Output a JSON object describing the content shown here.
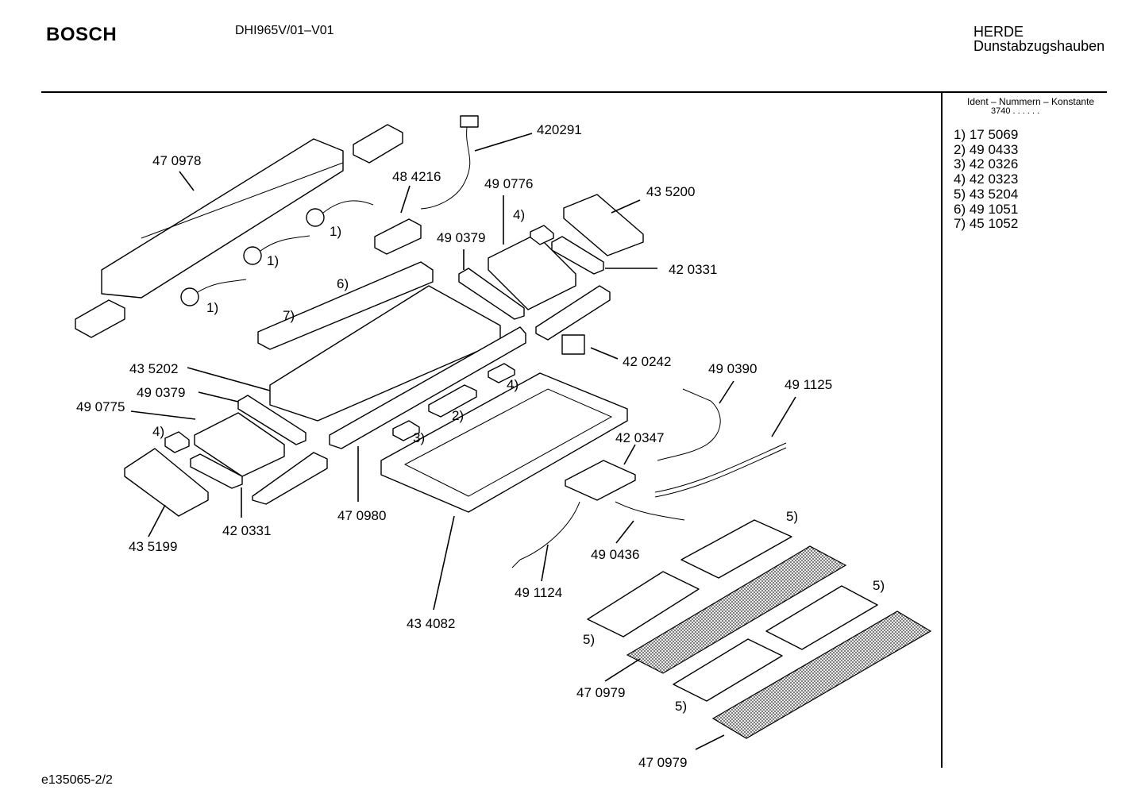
{
  "header": {
    "brand": "BOSCH",
    "model": "DHI965V/01–V01",
    "category_line1": "HERDE",
    "category_line2": "Dunstabzugshauben"
  },
  "sidebar": {
    "title": "Ident – Nummern – Konstante",
    "constant": "3740  . .    . . . .",
    "items": [
      "1) 17 5069",
      "2) 49 0433",
      "3) 42 0326",
      "4) 42 0323",
      "5) 43 5204",
      "6) 49 1051",
      "7) 45 1052"
    ]
  },
  "footer": {
    "doc_id": "e135065-2/2"
  },
  "diagram": {
    "part_labels": [
      "47 0978",
      "420291",
      "48 4216",
      "49 0776",
      "43 5200",
      "4)",
      "1)",
      "1)",
      "1)",
      "49 0379",
      "42 0331",
      "6)",
      "7)",
      "43 5202",
      "49 0379",
      "49 0775",
      "4)",
      "42 0242",
      "49 0390",
      "49 1125",
      "4)",
      "2)",
      "3)",
      "42 0347",
      "43 5199",
      "42 0331",
      "47 0980",
      "49 0436",
      "49 1124",
      "43 4082",
      "5)",
      "5)",
      "5)",
      "5)",
      "47 0979",
      "47 0979"
    ]
  }
}
